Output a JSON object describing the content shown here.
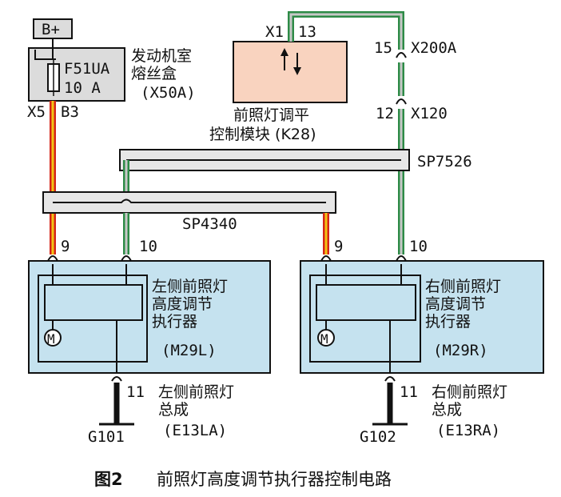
{
  "figure_caption": {
    "number": "图2",
    "title": "前照灯高度调节执行器控制电路"
  },
  "battery_label": "B+",
  "fuse_box": {
    "fuse_id": "F51UA",
    "rating": "10 A",
    "name_line1": "发动机室",
    "name_line2": "熔丝盒",
    "code": "(X50A)",
    "conn": "X5",
    "pin": "B3"
  },
  "control_module": {
    "conn": "X1",
    "pin": "13",
    "name_line1": "前照灯调平",
    "name_line2": "控制模块 (K28)"
  },
  "connector_x200a": {
    "pin": "15",
    "name": "X200A"
  },
  "connector_x120": {
    "pin": "12",
    "name": "X120"
  },
  "splice_upper": "SP7526",
  "splice_lower": "SP4340",
  "actuator_left": {
    "pin_a": "9",
    "pin_b": "10",
    "name_line1": "左侧前照灯",
    "name_line2": "高度调节",
    "name_line3": "执行器",
    "code": "(M29L)",
    "motor_symbol": "M"
  },
  "actuator_right": {
    "pin_a": "9",
    "pin_b": "10",
    "name_line1": "右侧前照灯",
    "name_line2": "高度调节",
    "name_line3": "执行器",
    "code": "(M29R)",
    "motor_symbol": "M"
  },
  "assembly_left": {
    "pin": "11",
    "name_line1": "左侧前照灯",
    "name_line2": "总成",
    "code": "(E13LA)",
    "ground": "G101"
  },
  "assembly_right": {
    "pin": "11",
    "name_line1": "右侧前照灯",
    "name_line2": "总成",
    "code": "(E13RA)",
    "ground": "G102"
  },
  "colors": {
    "power_wire_red": "#d62418",
    "power_wire_yellow": "#f2c515",
    "signal_wire_green": "#2e8b47",
    "signal_wire_gray": "#c8c8c8",
    "module_fill": "#f9d3bf",
    "actuator_fill": "#c5e2ef",
    "fuse_box_fill": "#dcdcdc"
  }
}
